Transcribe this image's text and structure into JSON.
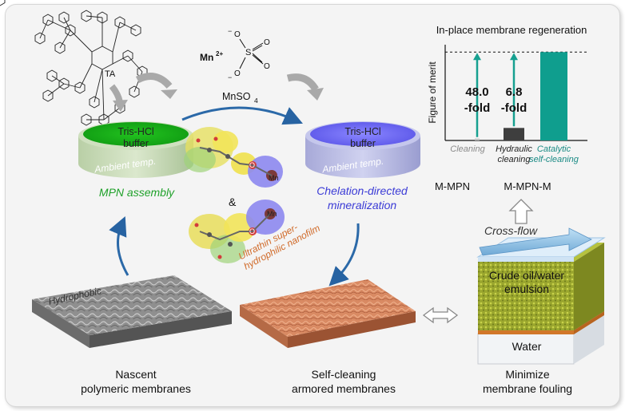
{
  "tannic_acid": {
    "label": "TA"
  },
  "manganese_sulfate": {
    "ion": "Mn",
    "ion_charge": "2+",
    "formula": "MnSO",
    "formula_subscript": "4",
    "o_atom": "O",
    "s_atom": "S",
    "minus": "−"
  },
  "dish_left": {
    "line1": "Tris-HCl",
    "line2": "buffer",
    "temp": "Ambient temp.",
    "caption": "MPN assembly",
    "color": "#1fa12a"
  },
  "dish_right": {
    "line1": "Tris-HCl",
    "line2": "buffer",
    "temp": "Ambient temp.",
    "caption_line1": "Chelation-directed",
    "caption_line2": "mineralization",
    "color": "#6a5ff0"
  },
  "complex": {
    "metal": "Mn",
    "oxygen": "O",
    "ampersand": "&"
  },
  "membranes": {
    "hydrophobic_label": "Hydrophobic",
    "nanofilm_line1": "Ultrathin super-",
    "nanofilm_line2": "hydrophilic nanofilm",
    "nascent_line1": "Nascent",
    "nascent_line2": "polymeric membranes",
    "armored_line1": "Self-cleaning",
    "armored_line2": "armored membranes"
  },
  "fouling": {
    "crossflow": "Cross-flow",
    "emulsion_line1": "Crude oil/water",
    "emulsion_line2": "emulsion",
    "water": "Water",
    "caption_line1": "Minimize",
    "caption_line2": "membrane fouling"
  },
  "chart_data": {
    "type": "bar",
    "title": "In-place membrane regeneration",
    "ylabel": "Figure of merit",
    "categories": [
      "Cleaning",
      "Hydraulic cleaning",
      "Catalytic self-cleaning"
    ],
    "category_line1": [
      "Cleaning",
      "Hydraulic",
      "Catalytic"
    ],
    "category_line2": [
      "",
      "cleaning",
      "self-cleaning"
    ],
    "category_colors": [
      "#8a8a8a",
      "#222222",
      "#1a8a84"
    ],
    "values": [
      1,
      6.8,
      48.0
    ],
    "ylim": [
      0,
      52
    ],
    "grid": false,
    "bar_colors": [
      "#bfbfbf",
      "#3e3e3e",
      "#0f9e8e"
    ],
    "annotations": [
      {
        "value": "48.0",
        "unit": "-fold",
        "compared_to": "Cleaning"
      },
      {
        "value": "6.8",
        "unit": "-fold",
        "compared_to": "Hydraulic cleaning"
      }
    ],
    "groups": [
      "M-MPN",
      "M-MPN-M"
    ]
  }
}
